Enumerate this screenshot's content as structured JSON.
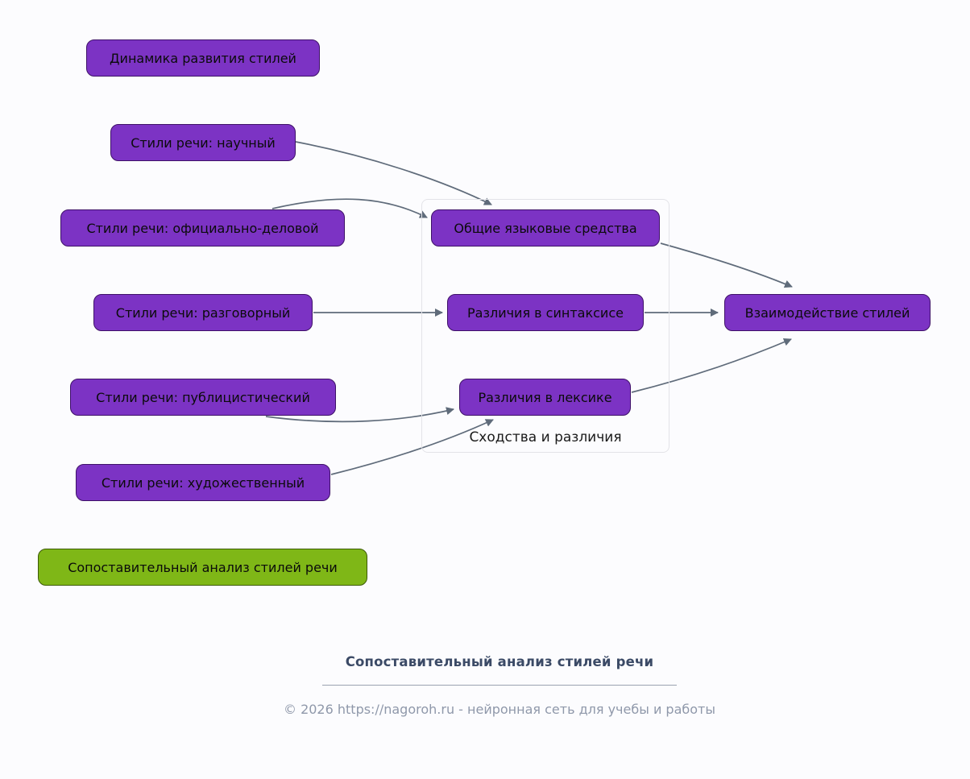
{
  "diagram": {
    "nodes": {
      "dynamics": {
        "label": "Динамика развития стилей"
      },
      "scientific": {
        "label": "Стили речи: научный"
      },
      "official": {
        "label": "Стили речи: официально-деловой"
      },
      "colloquial": {
        "label": "Стили речи: разговорный"
      },
      "publicistic": {
        "label": "Стили речи: публицистический"
      },
      "artistic": {
        "label": "Стили речи: художественный"
      },
      "analysis": {
        "label": "Сопоставительный анализ стилей речи"
      },
      "common": {
        "label": "Общие языковые средства"
      },
      "syntax": {
        "label": "Различия в синтаксисе"
      },
      "lexis": {
        "label": "Различия в лексике"
      },
      "interaction": {
        "label": "Взаимодействие стилей"
      }
    },
    "cluster": {
      "label": "Сходства и различия"
    },
    "edges": [
      {
        "from": "Стили речи: научный",
        "to": "Общие языковые средства"
      },
      {
        "from": "Стили речи: официально-деловой",
        "to": "Общие языковые средства"
      },
      {
        "from": "Стили речи: разговорный",
        "to": "Различия в синтаксисе"
      },
      {
        "from": "Стили речи: публицистический",
        "to": "Различия в лексике"
      },
      {
        "from": "Стили речи: художественный",
        "to": "Различия в лексике"
      },
      {
        "from": "Общие языковые средства",
        "to": "Взаимодействие стилей"
      },
      {
        "from": "Различия в синтаксисе",
        "to": "Взаимодействие стилей"
      },
      {
        "from": "Различия в лексике",
        "to": "Взаимодействие стилей"
      }
    ],
    "colors": {
      "bg": "#fcfcfe",
      "node_fill": "#7c33c4",
      "node_border": "#3e1168",
      "highlight_fill": "#7fb717",
      "highlight_border": "#3c5a06",
      "edge": "#5f6b7a",
      "cluster_border": "#e3e3e8",
      "text": "#0b0b0b"
    }
  },
  "footer": {
    "title": "Сопоставительный анализ стилей речи",
    "copyright": "© 2026 https://nagoroh.ru - нейронная сеть для учебы и работы"
  }
}
